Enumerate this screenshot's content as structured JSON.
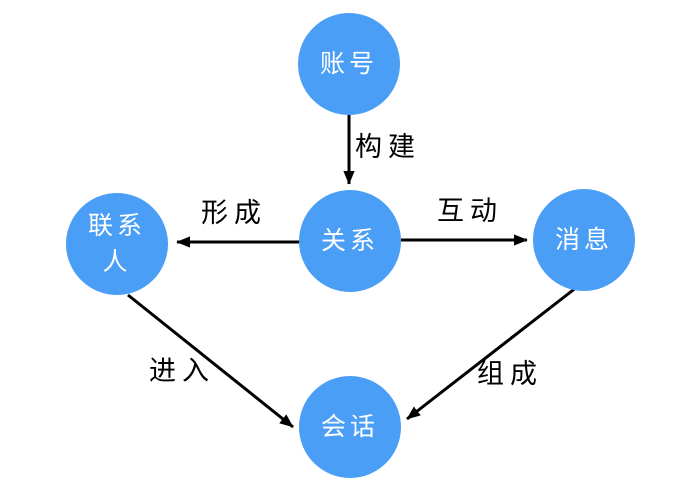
{
  "diagram": {
    "type": "flowchart",
    "style": "hand-drawn",
    "colors": {
      "node_fill": "#4A9EF5",
      "node_text": "#ffffff",
      "edge_stroke": "#000000",
      "background": "#ffffff"
    },
    "nodes": [
      {
        "id": "account",
        "label": "账号"
      },
      {
        "id": "relationship",
        "label": "关系"
      },
      {
        "id": "contact",
        "label": "联系人"
      },
      {
        "id": "message",
        "label": "消息"
      },
      {
        "id": "conversation",
        "label": "会话"
      }
    ],
    "edges": [
      {
        "from": "account",
        "to": "relationship",
        "label": "构建"
      },
      {
        "from": "relationship",
        "to": "contact",
        "label": "形成"
      },
      {
        "from": "relationship",
        "to": "message",
        "label": "互动"
      },
      {
        "from": "contact",
        "to": "conversation",
        "label": "进入"
      },
      {
        "from": "message",
        "to": "conversation",
        "label": "组成"
      }
    ]
  }
}
